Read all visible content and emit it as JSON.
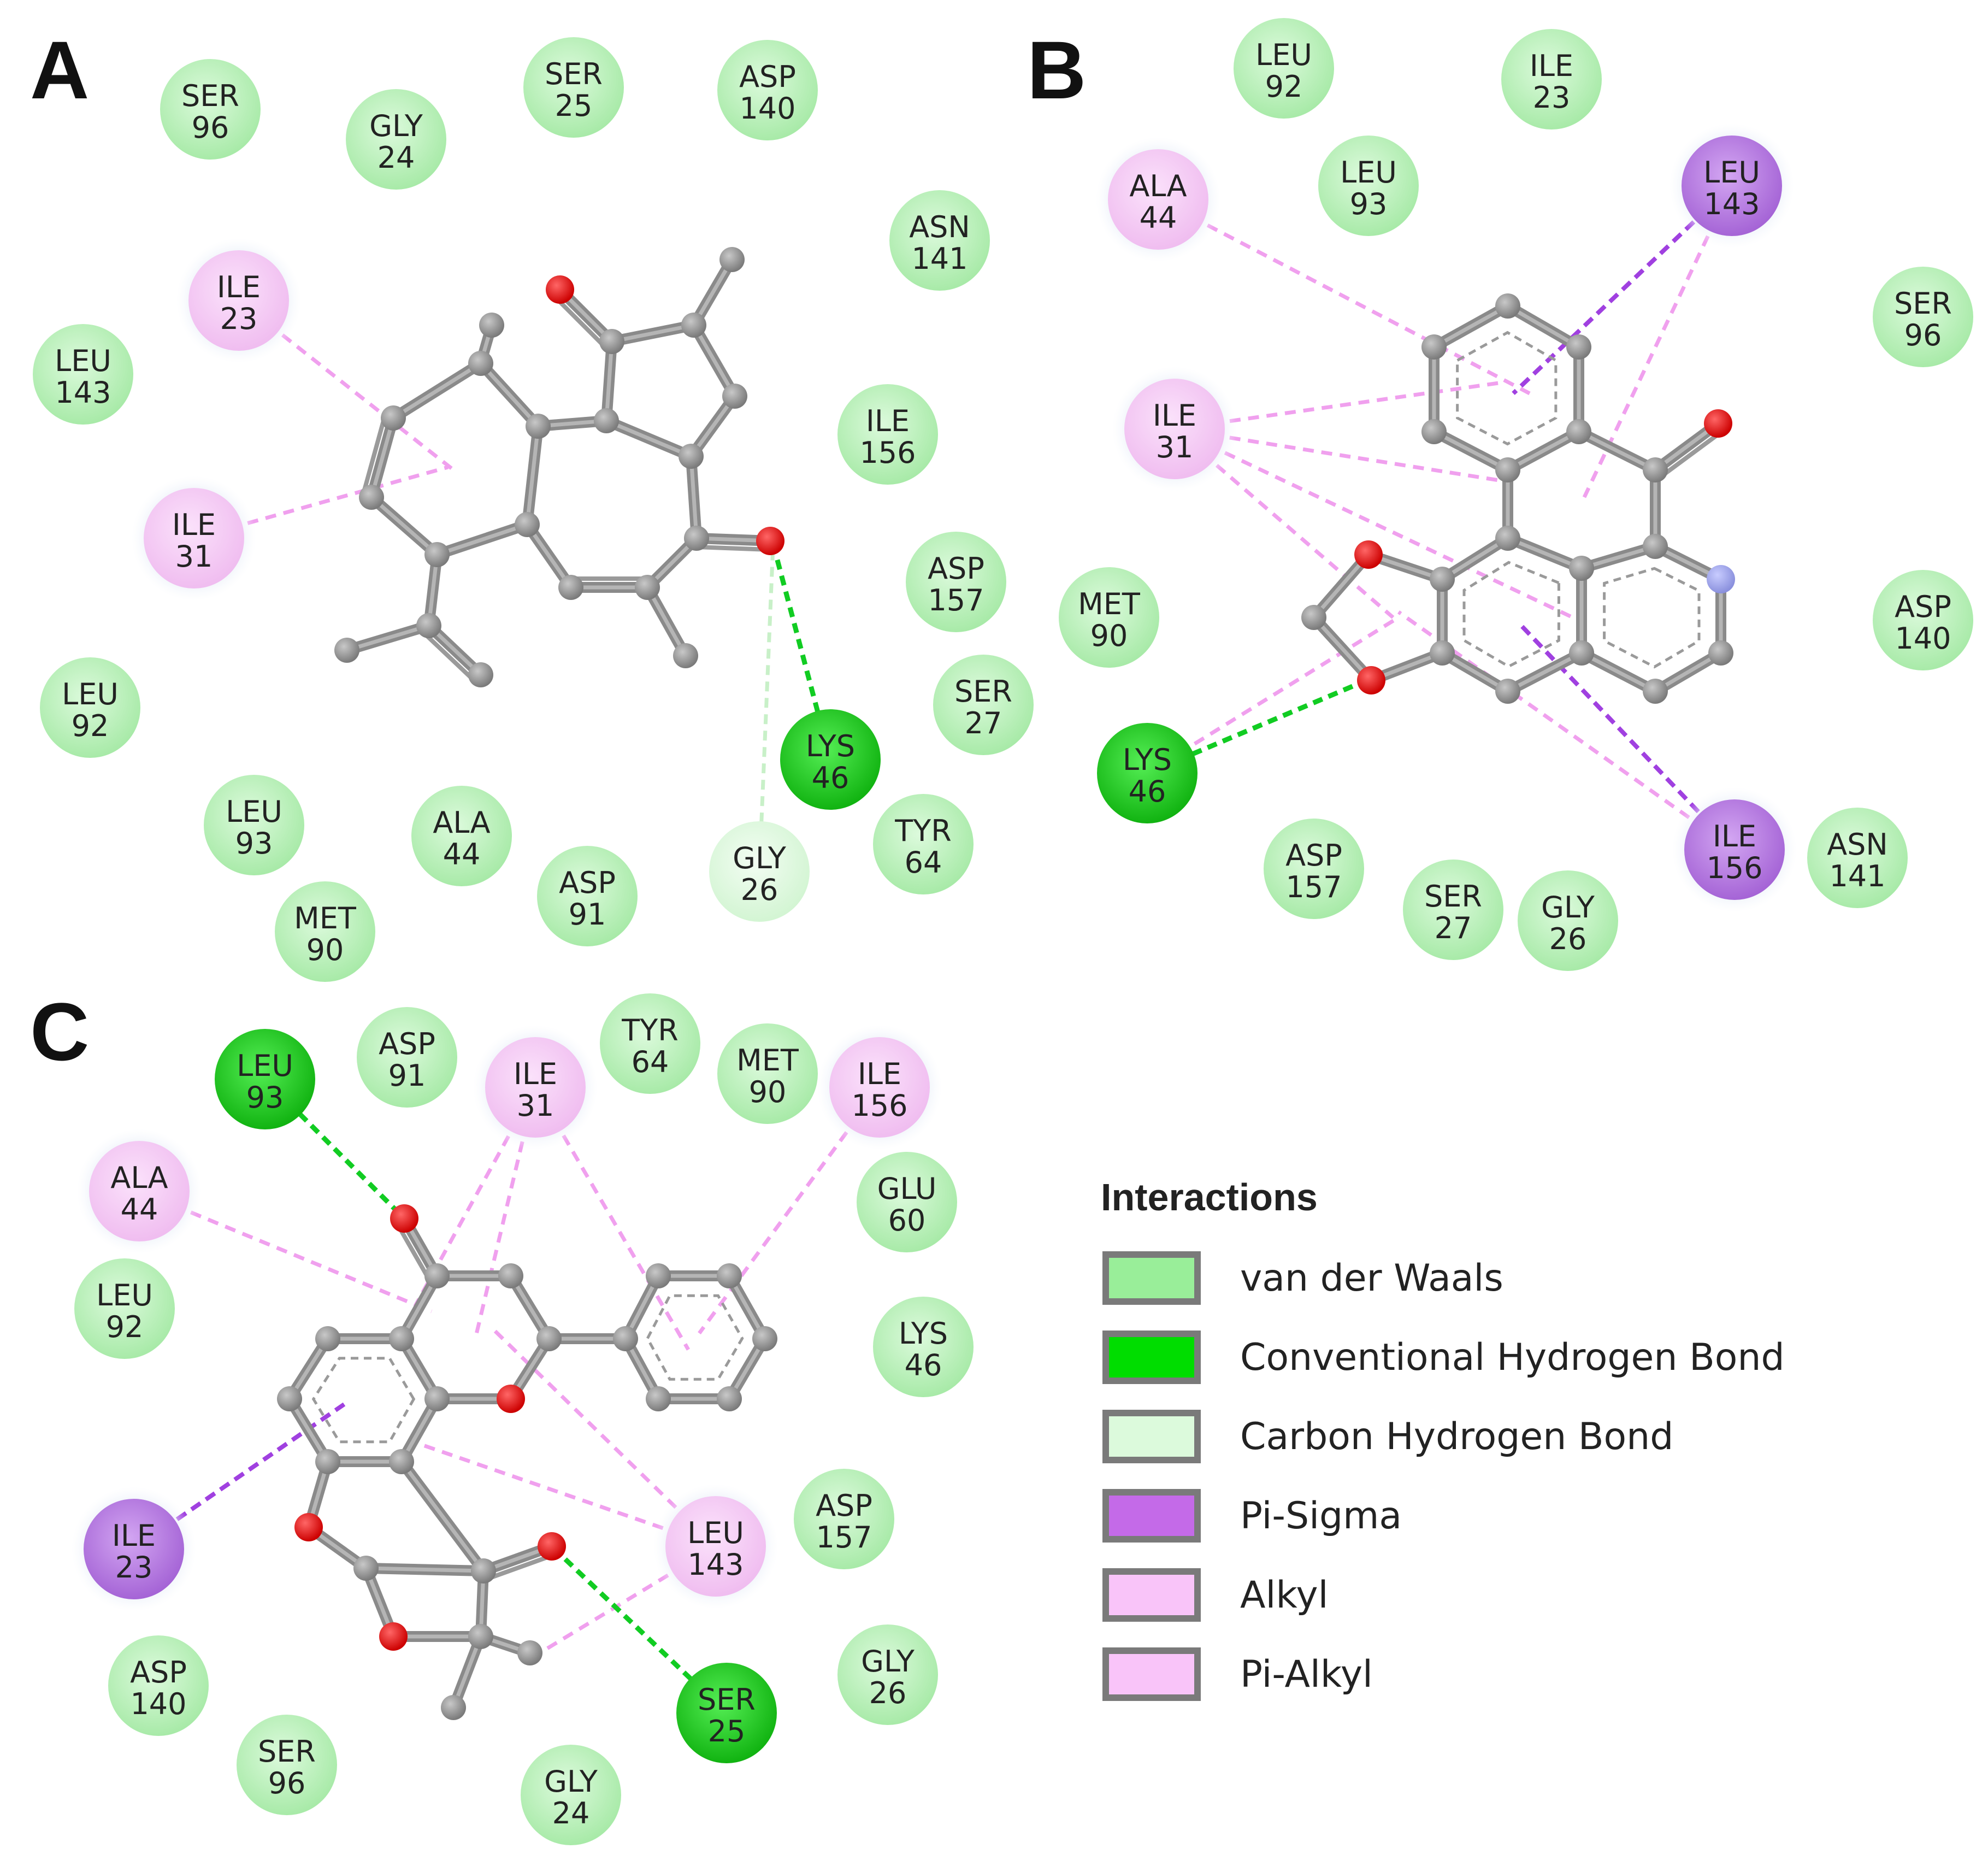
{
  "panels": [
    {
      "label": "A",
      "residues": [
        {
          "name": "SER",
          "num": "96",
          "type": "vdw"
        },
        {
          "name": "GLY",
          "num": "24",
          "type": "vdw"
        },
        {
          "name": "SER",
          "num": "25",
          "type": "vdw"
        },
        {
          "name": "ASP",
          "num": "140",
          "type": "vdw"
        },
        {
          "name": "ASN",
          "num": "141",
          "type": "vdw"
        },
        {
          "name": "ILE",
          "num": "23",
          "type": "alkyl"
        },
        {
          "name": "LEU",
          "num": "143",
          "type": "vdw"
        },
        {
          "name": "ILE",
          "num": "156",
          "type": "vdw"
        },
        {
          "name": "ILE",
          "num": "31",
          "type": "alkyl"
        },
        {
          "name": "ASP",
          "num": "157",
          "type": "vdw"
        },
        {
          "name": "SER",
          "num": "27",
          "type": "vdw"
        },
        {
          "name": "LEU",
          "num": "92",
          "type": "vdw"
        },
        {
          "name": "LYS",
          "num": "46",
          "type": "hbond"
        },
        {
          "name": "LEU",
          "num": "93",
          "type": "vdw"
        },
        {
          "name": "ALA",
          "num": "44",
          "type": "vdw"
        },
        {
          "name": "TYR",
          "num": "64",
          "type": "vdw"
        },
        {
          "name": "GLY",
          "num": "26",
          "type": "chbond"
        },
        {
          "name": "ASP",
          "num": "91",
          "type": "vdw"
        },
        {
          "name": "MET",
          "num": "90",
          "type": "vdw"
        }
      ]
    },
    {
      "label": "B",
      "residues": [
        {
          "name": "LEU",
          "num": "92",
          "type": "vdw"
        },
        {
          "name": "ILE",
          "num": "23",
          "type": "vdw"
        },
        {
          "name": "ALA",
          "num": "44",
          "type": "alkyl"
        },
        {
          "name": "LEU",
          "num": "93",
          "type": "vdw"
        },
        {
          "name": "LEU",
          "num": "143",
          "type": "pisigma"
        },
        {
          "name": "SER",
          "num": "96",
          "type": "vdw"
        },
        {
          "name": "ILE",
          "num": "31",
          "type": "alkyl"
        },
        {
          "name": "ASP",
          "num": "140",
          "type": "vdw"
        },
        {
          "name": "MET",
          "num": "90",
          "type": "vdw"
        },
        {
          "name": "LYS",
          "num": "46",
          "type": "hbond"
        },
        {
          "name": "ILE",
          "num": "156",
          "type": "pisigma"
        },
        {
          "name": "ASN",
          "num": "141",
          "type": "vdw"
        },
        {
          "name": "ASP",
          "num": "157",
          "type": "vdw"
        },
        {
          "name": "SER",
          "num": "27",
          "type": "vdw"
        },
        {
          "name": "GLY",
          "num": "26",
          "type": "vdw"
        }
      ]
    },
    {
      "label": "C",
      "residues": [
        {
          "name": "LEU",
          "num": "93",
          "type": "hbond"
        },
        {
          "name": "ASP",
          "num": "91",
          "type": "vdw"
        },
        {
          "name": "ILE",
          "num": "31",
          "type": "alkyl"
        },
        {
          "name": "TYR",
          "num": "64",
          "type": "vdw"
        },
        {
          "name": "MET",
          "num": "90",
          "type": "vdw"
        },
        {
          "name": "ILE",
          "num": "156",
          "type": "alkyl"
        },
        {
          "name": "ALA",
          "num": "44",
          "type": "alkyl"
        },
        {
          "name": "GLU",
          "num": "60",
          "type": "vdw"
        },
        {
          "name": "LEU",
          "num": "92",
          "type": "vdw"
        },
        {
          "name": "LYS",
          "num": "46",
          "type": "vdw"
        },
        {
          "name": "ILE",
          "num": "23",
          "type": "pisigma"
        },
        {
          "name": "ASP",
          "num": "157",
          "type": "vdw"
        },
        {
          "name": "LEU",
          "num": "143",
          "type": "alkyl"
        },
        {
          "name": "GLY",
          "num": "26",
          "type": "vdw"
        },
        {
          "name": "ASP",
          "num": "140",
          "type": "vdw"
        },
        {
          "name": "SER",
          "num": "25",
          "type": "hbond"
        },
        {
          "name": "SER",
          "num": "96",
          "type": "vdw"
        },
        {
          "name": "GLY",
          "num": "24",
          "type": "vdw"
        }
      ]
    }
  ],
  "legend": {
    "title": "Interactions",
    "items": [
      {
        "label": "van der Waals",
        "color": "#99ee99"
      },
      {
        "label": "Conventional Hydrogen Bond",
        "color": "#00dd00"
      },
      {
        "label": "Carbon Hydrogen Bond",
        "color": "#dcfadc"
      },
      {
        "label": "Pi-Sigma",
        "color": "#c46ae8"
      },
      {
        "label": "Alkyl",
        "color": "#f9c4f9"
      },
      {
        "label": "Pi-Alkyl",
        "color": "#f9c4f9"
      }
    ]
  },
  "colors": {
    "vdw_fill": "#c9f5c9",
    "hbond_fill": "#22cc22",
    "chbond_fill": "#e8fbe8",
    "pisigma_fill": "#b57ee0",
    "alkyl_fill": "#f7cdf5",
    "atom_carbon": "#8c8c8c",
    "atom_oxygen": "#dd1111",
    "atom_nitrogen": "#9aa0e8",
    "line_hbond": "#11cc22",
    "line_pisigma": "#a040e0",
    "line_alkyl": "#f0a0ee"
  }
}
